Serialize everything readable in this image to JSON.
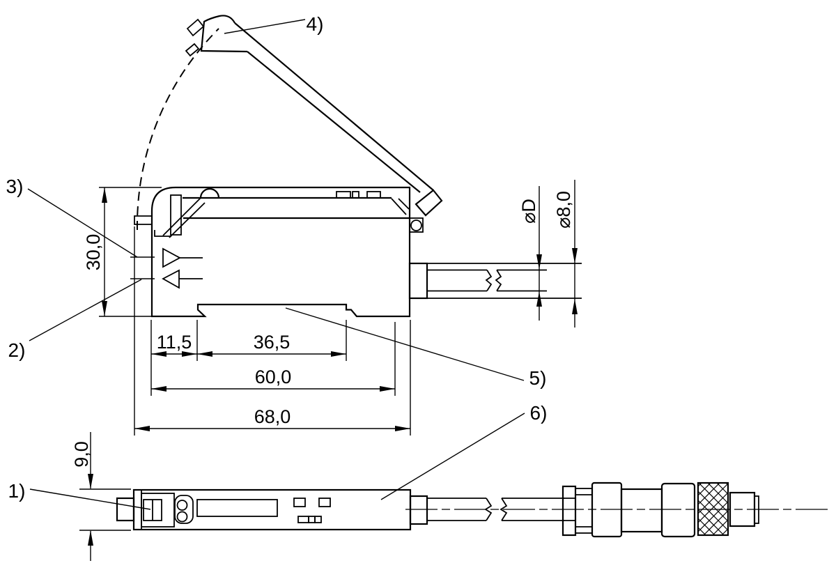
{
  "drawing": {
    "dimensions": {
      "height_side": "30,0",
      "seg_left": "11,5",
      "seg_mid": "36,5",
      "width_inner": "60,0",
      "width_total": "68,0",
      "height_top": "9,0",
      "dia_fiber": "⌀D",
      "dia_cable": "⌀8,0"
    },
    "callouts": {
      "c1": "1)",
      "c2": "2)",
      "c3": "3)",
      "c4": "4)",
      "c5": "5)",
      "c6": "6)"
    },
    "colors": {
      "line": "#000000",
      "background": "#ffffff"
    }
  }
}
